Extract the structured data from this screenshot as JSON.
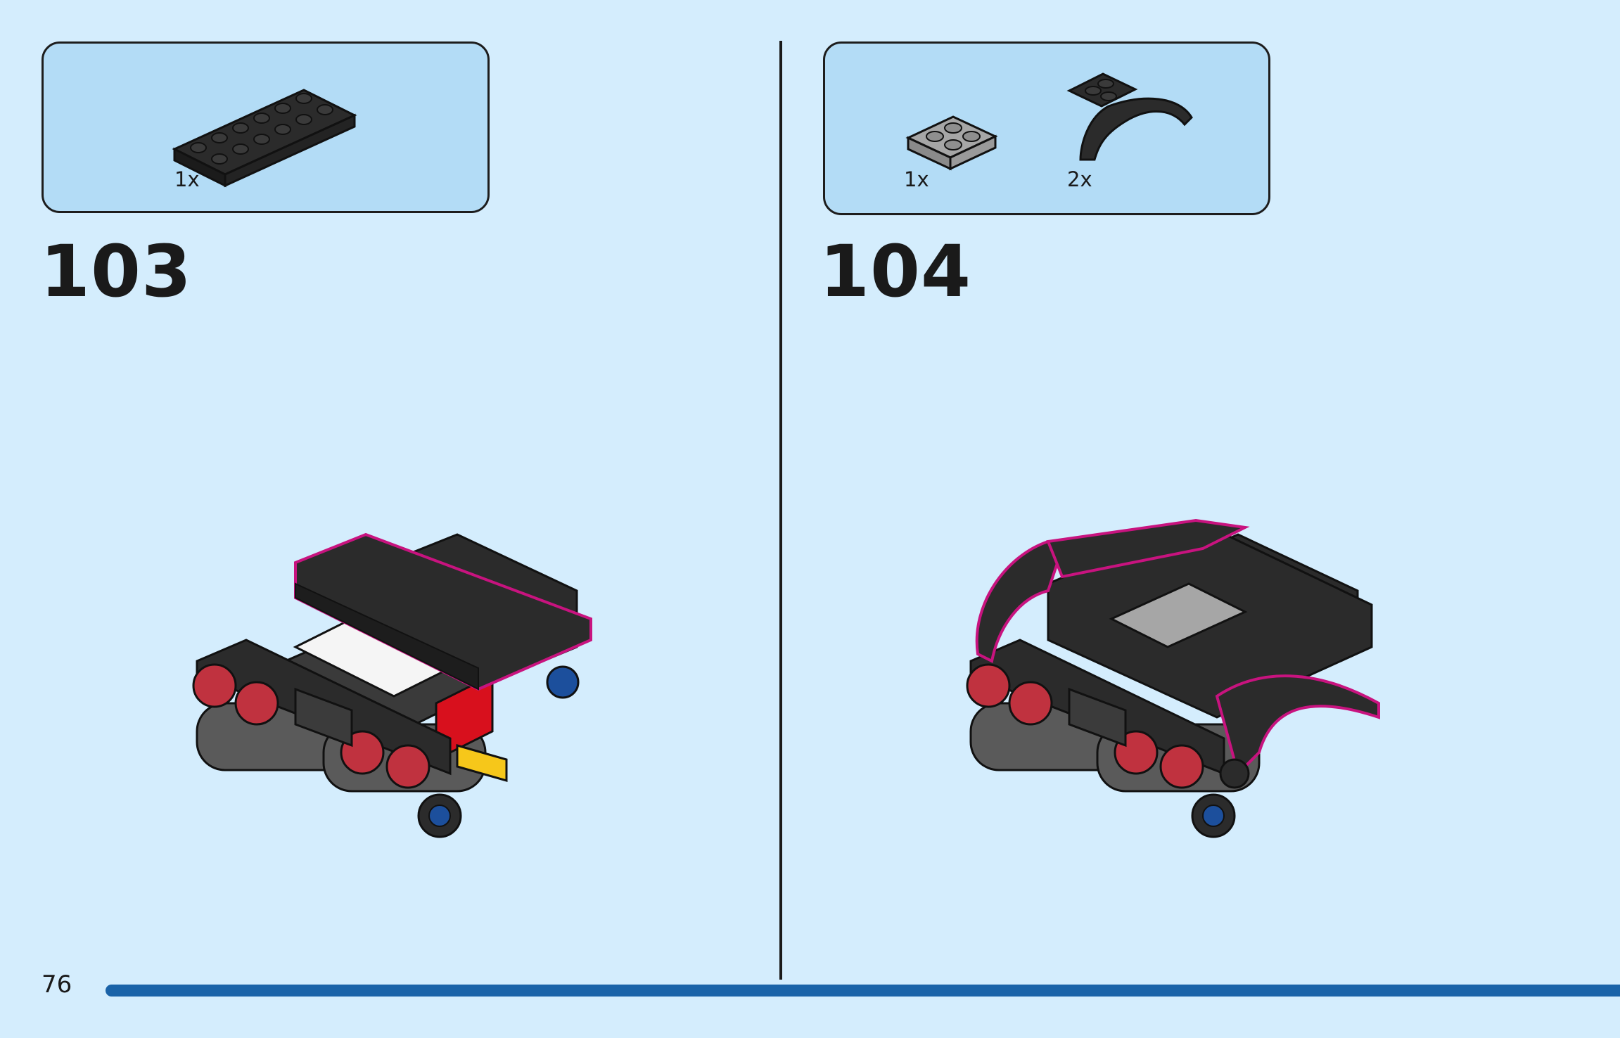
{
  "page": {
    "number": "76",
    "background": "#d4edfd",
    "progress_color": "#1a63a8"
  },
  "steps": [
    {
      "number": "103",
      "parts": [
        {
          "qty": "1x",
          "part": "black 2x6 plate"
        }
      ],
      "model": "black plate added on top of build"
    },
    {
      "number": "104",
      "parts": [
        {
          "qty": "1x",
          "part": "light gray 2x2 plate"
        },
        {
          "qty": "2x",
          "part": "black mudguard arch"
        }
      ],
      "model": "mudguards and gray plate added"
    }
  ],
  "colors": {
    "highlight": "#c8137f",
    "callout": "#b3dcf6",
    "brick_black": "#2b2b2b"
  }
}
